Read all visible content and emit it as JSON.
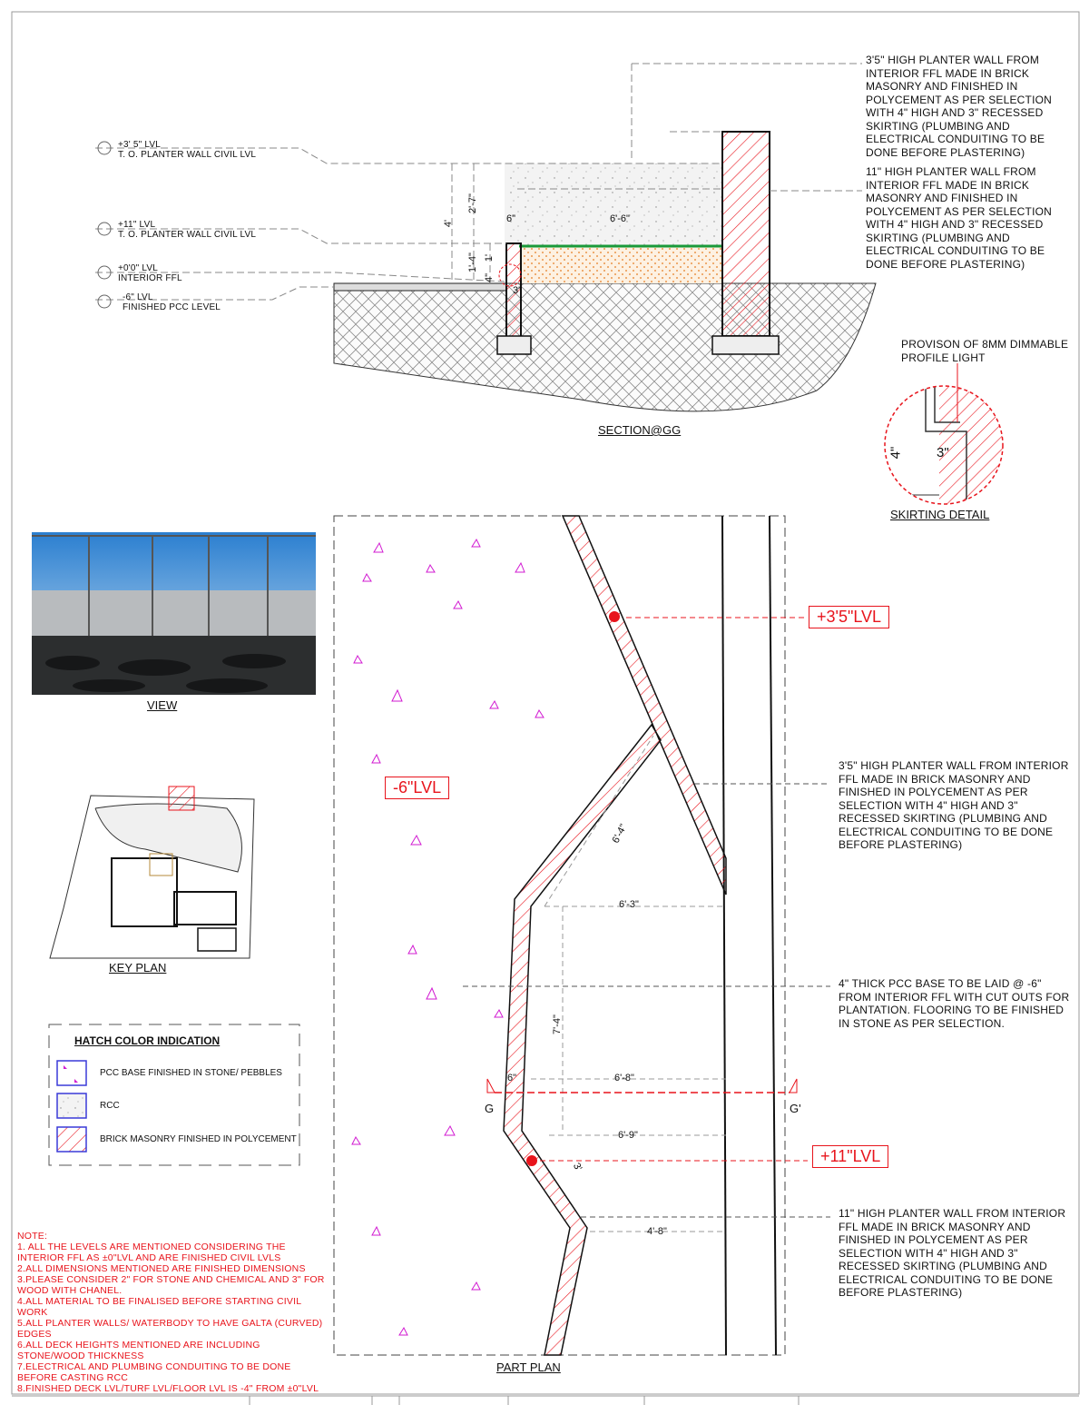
{
  "section": {
    "title": "SECTION@GG",
    "levels": [
      {
        "lvl": "+3' 5\" LVL",
        "desc": "T. O. PLANTER WALL CIVIL LVL"
      },
      {
        "lvl": "+11\" LVL",
        "desc": "T. O. PLANTER WALL CIVIL LVL"
      },
      {
        "lvl": "+0'0\" LVL",
        "desc": "INTERIOR FFL"
      },
      {
        "lvl": "-6\" LVL",
        "desc": "FINISHED PCC LEVEL"
      }
    ],
    "dims": {
      "d4": "4'",
      "d27": "2'-7\"",
      "d6": "6\"",
      "d66": "6'-6\"",
      "d14": "1'-4\"",
      "d1": "1'",
      "d4in": "4\"",
      "d3in": "3\""
    },
    "note_high": "3'5\" HIGH PLANTER WALL FROM\nINTERIOR FFL MADE IN BRICK\nMASONRY AND FINISHED IN\nPOLYCEMENT AS PER SELECTION\nWITH 4\" HIGH AND 3\" RECESSED\nSKIRTING (PLUMBING AND\nELECTRICAL CONDUITING TO BE\nDONE BEFORE PLASTERING)",
    "note_low": "11\" HIGH PLANTER WALL FROM\nINTERIOR FFL MADE IN BRICK\nMASONRY AND FINISHED IN\nPOLYCEMENT AS PER SELECTION\nWITH 4\" HIGH AND 3\" RECESSED\nSKIRTING (PLUMBING AND\nELECTRICAL CONDUITING TO BE\nDONE BEFORE PLASTERING)"
  },
  "skirting": {
    "title": "SKIRTING DETAIL",
    "note": "PROVISON OF 8MM DIMMABLE\nPROFILE LIGHT",
    "d4": "4\"",
    "d3": "3\""
  },
  "view": {
    "title": "VIEW"
  },
  "keyplan": {
    "title": "KEY PLAN"
  },
  "legend": {
    "title": "HATCH COLOR INDICATION",
    "items": [
      {
        "label": "PCC BASE FINISHED IN STONE/ PEBBLES"
      },
      {
        "label": "RCC"
      },
      {
        "label": "BRICK MASONRY FINISHED IN POLYCEMENT"
      }
    ]
  },
  "notes": {
    "heading": "NOTE:",
    "items": [
      "1. ALL THE LEVELS ARE MENTIONED CONSIDERING THE INTERIOR FFL AS ±0\"LVL AND ARE FINISHED CIVIL LVLS",
      "2.ALL DIMENSIONS MENTIONED ARE FINISHED DIMENSIONS",
      "3.PLEASE CONSIDER 2\" FOR STONE AND CHEMICAL AND 3\" FOR WOOD WITH CHANEL.",
      "4.ALL MATERIAL TO BE FINALISED BEFORE STARTING CIVIL WORK",
      "5.ALL PLANTER WALLS/ WATERBODY TO HAVE GALTA (CURVED) EDGES",
      "6.ALL DECK HEIGHTS MENTIONED ARE INCLUDING STONE/WOOD THICKNESS",
      "7.ELECTRICAL AND PLUMBING CONDUITING TO BE DONE BEFORE CASTING RCC",
      "8.FINISHED DECK LVL/TURF LVL/FLOOR LVL IS -4\" FROM ±0\"LVL"
    ]
  },
  "plan": {
    "title": "PART PLAN",
    "lvl_high": "+3'5\"LVL",
    "lvl_low": "-6\"LVL",
    "lvl_mid": "+11\"LVL",
    "section_left": "G",
    "section_right": "G'",
    "dims": {
      "d64": "6'-4\"",
      "d63": "6'-3\"",
      "d74": "7'-4\"",
      "d6": "6\"",
      "d68": "6'-8\"",
      "d69": "6'-9\"",
      "d3": "3'",
      "d48": "4'-8\""
    },
    "note_high": "3'5\" HIGH PLANTER WALL FROM INTERIOR\nFFL MADE IN BRICK MASONRY AND\nFINISHED IN POLYCEMENT AS PER\nSELECTION WITH 4\" HIGH AND 3\"\nRECESSED SKIRTING (PLUMBING AND\nELECTRICAL CONDUITING TO BE DONE\nBEFORE PLASTERING)",
    "note_pcc": "4\" THICK PCC BASE TO BE LAID @ -6\"\nFROM INTERIOR FFL WITH CUT OUTS FOR\nPLANTATION. FLOORING TO BE FINISHED\nIN STONE AS PER SELECTION.",
    "note_low": "11\" HIGH PLANTER WALL FROM INTERIOR\nFFL MADE IN BRICK MASONRY AND\nFINISHED IN POLYCEMENT AS PER\nSELECTION WITH 4\" HIGH AND 3\"\nRECESSED SKIRTING (PLUMBING AND\nELECTRICAL CONDUITING TO BE DONE\nBEFORE PLASTERING)"
  },
  "colors": {
    "red": "#e8141c",
    "green": "#1a9a3a",
    "magenta": "#d21bd2",
    "legend_border": "#3a3ad8"
  }
}
